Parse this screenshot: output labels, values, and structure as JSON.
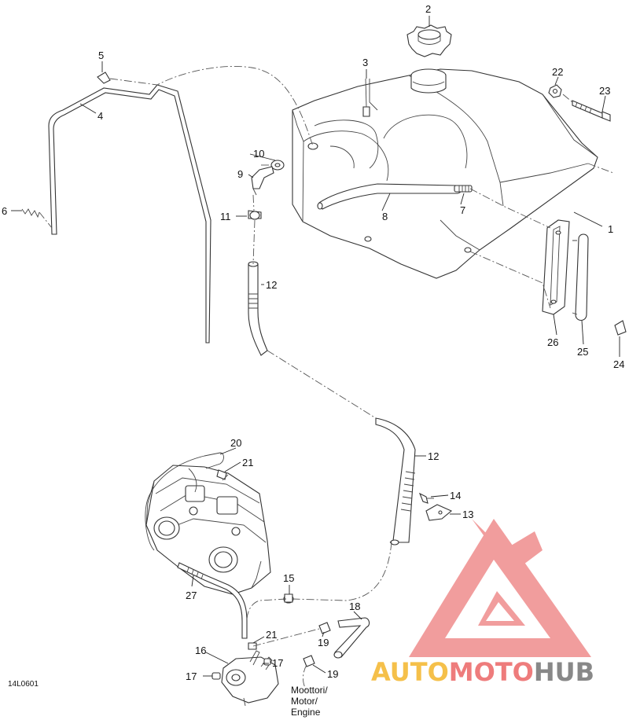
{
  "diagram_code": "14L0601",
  "engine_label": [
    "Moottori/",
    "Motor/",
    "Engine"
  ],
  "logo": {
    "text_auto": "AUTO",
    "text_moto": "MOTO",
    "text_hub": "HUB",
    "colors": {
      "auto": "#f5c04a",
      "moto": "#ee7c7c",
      "hub": "#888888",
      "mark": "#ef8d8d"
    }
  },
  "callouts": [
    {
      "id": "c1",
      "label": "1"
    },
    {
      "id": "c2",
      "label": "2"
    },
    {
      "id": "c3",
      "label": "3"
    },
    {
      "id": "c4",
      "label": "4"
    },
    {
      "id": "c5",
      "label": "5"
    },
    {
      "id": "c6",
      "label": "6"
    },
    {
      "id": "c7",
      "label": "7"
    },
    {
      "id": "c8",
      "label": "8"
    },
    {
      "id": "c9",
      "label": "9"
    },
    {
      "id": "c10",
      "label": "10"
    },
    {
      "id": "c11",
      "label": "11"
    },
    {
      "id": "c12a",
      "label": "12"
    },
    {
      "id": "c12b",
      "label": "12"
    },
    {
      "id": "c13",
      "label": "13"
    },
    {
      "id": "c14",
      "label": "14"
    },
    {
      "id": "c15",
      "label": "15"
    },
    {
      "id": "c16",
      "label": "16"
    },
    {
      "id": "c17a",
      "label": "17"
    },
    {
      "id": "c17b",
      "label": "17"
    },
    {
      "id": "c18",
      "label": "18"
    },
    {
      "id": "c19a",
      "label": "19"
    },
    {
      "id": "c19b",
      "label": "19"
    },
    {
      "id": "c20",
      "label": "20"
    },
    {
      "id": "c21a",
      "label": "21"
    },
    {
      "id": "c21b",
      "label": "21"
    },
    {
      "id": "c22",
      "label": "22"
    },
    {
      "id": "c23",
      "label": "23"
    },
    {
      "id": "c24",
      "label": "24"
    },
    {
      "id": "c25",
      "label": "25"
    },
    {
      "id": "c26",
      "label": "26"
    },
    {
      "id": "c27",
      "label": "27"
    }
  ]
}
